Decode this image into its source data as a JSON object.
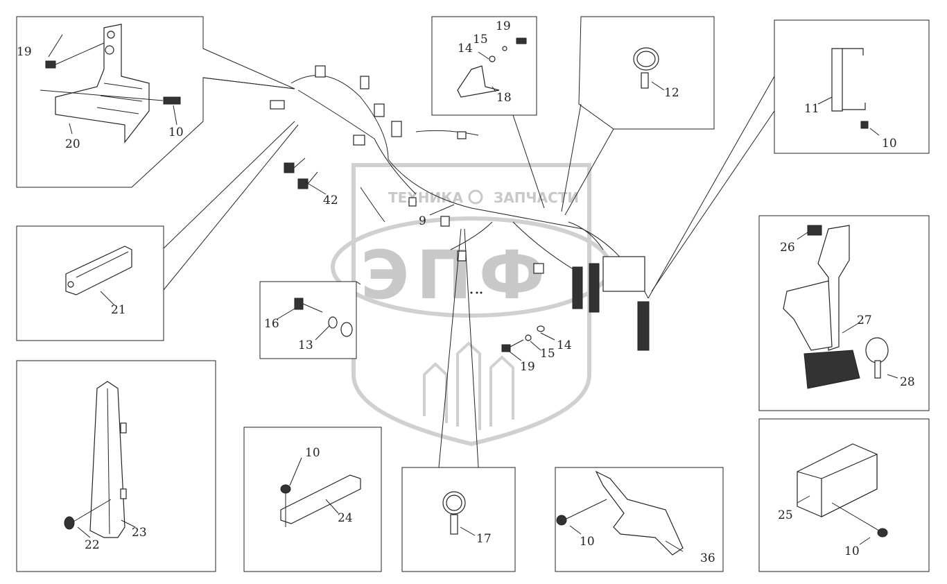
{
  "watermark": {
    "line1_left": "ТЕХНИКА",
    "line1_right": "ЗАПЧАСТИ",
    "logo": "ЭПФ",
    "icon": "gear-icon"
  },
  "labels": {
    "p19_tl": "19",
    "p20": "20",
    "p10_tl": "10",
    "p42": "42",
    "p9": "9",
    "p21": "21",
    "p16": "16",
    "p13": "13",
    "p19_tc": "19",
    "p15_tc": "15",
    "p14_tc": "14",
    "p18": "18",
    "p12": "12",
    "p11": "11",
    "p10_tr": "10",
    "p26": "26",
    "p27": "27",
    "p28": "28",
    "p19_c": "19",
    "p15_c": "15",
    "p14_c": "14",
    "p22": "22",
    "p23": "23",
    "p10_bc": "10",
    "p24": "24",
    "p17": "17",
    "p10_br": "10",
    "p36": "36",
    "p25": "25",
    "p10_rr": "10"
  }
}
